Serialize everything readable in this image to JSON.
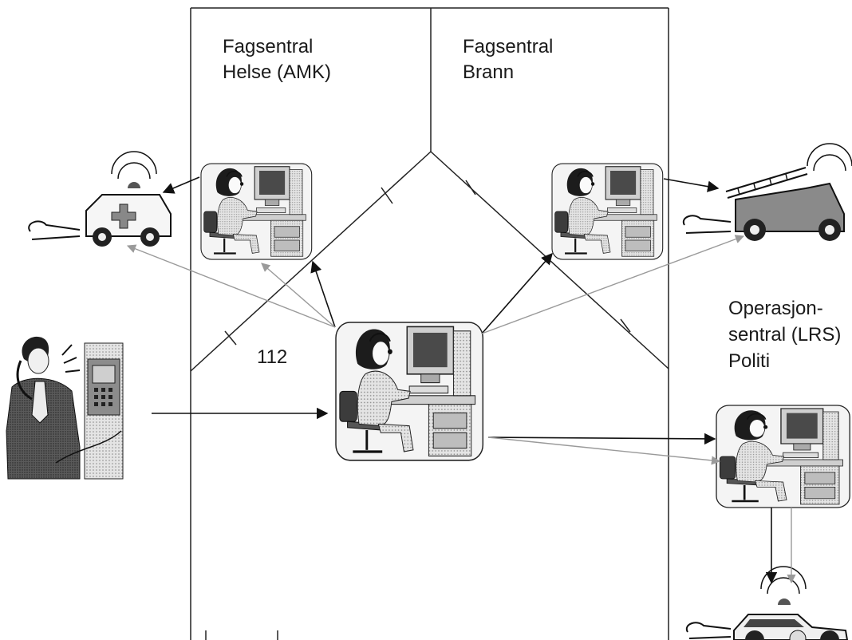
{
  "labels": {
    "helse_line1": "Fagsentral",
    "helse_line2": "Helse (AMK)",
    "brann_line1": "Fagsentral",
    "brann_line2": "Brann",
    "politi_line1": "Operasjon-",
    "politi_line2": "sentral (LRS)",
    "politi_line3": "Politi",
    "emergency_number": "112"
  },
  "icons": {
    "caller": "caller-at-payphone-icon",
    "central_operator": "dispatcher-operator-icon",
    "health_operator": "dispatcher-operator-icon",
    "fire_operator": "dispatcher-operator-icon",
    "police_operator": "dispatcher-operator-icon",
    "ambulance": "ambulance-icon",
    "fire_truck": "fire-truck-icon",
    "police_car": "police-car-icon"
  },
  "colors": {
    "primary_arrow": "#111111",
    "secondary_arrow": "#9a9a9a",
    "lines": "#222222"
  }
}
